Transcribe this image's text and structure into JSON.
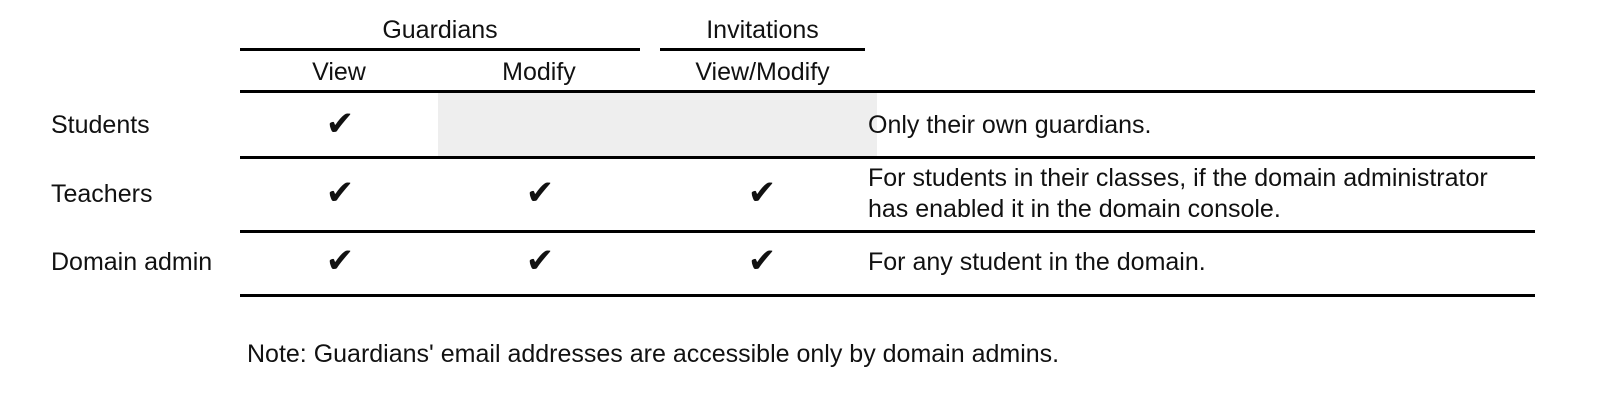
{
  "table": {
    "spanners": [
      {
        "label": "Guardians"
      },
      {
        "label": "Invitations"
      }
    ],
    "columns": [
      {
        "label": "View"
      },
      {
        "label": "Modify"
      },
      {
        "label": "View/Modify"
      }
    ],
    "rows": [
      {
        "label": "Students",
        "view": "✔",
        "modify": "",
        "invitations": "",
        "modify_disabled": true,
        "description": [
          "Only their own guardians."
        ]
      },
      {
        "label": "Teachers",
        "view": "✔",
        "modify": "✔",
        "invitations": "✔",
        "modify_disabled": false,
        "description": [
          "For students in their classes, if the domain administrator",
          "has enabled it in the domain console."
        ]
      },
      {
        "label": "Domain admin",
        "view": "✔",
        "modify": "✔",
        "invitations": "✔",
        "modify_disabled": false,
        "description": [
          "For any student in the domain."
        ]
      }
    ]
  },
  "footnote": {
    "text": "Note: Guardians' email addresses are accessible only by domain admins."
  },
  "colors": {
    "text": "#111111",
    "rule": "#000000",
    "shaded_cell": "#eeeeee",
    "background": "#ffffff"
  }
}
